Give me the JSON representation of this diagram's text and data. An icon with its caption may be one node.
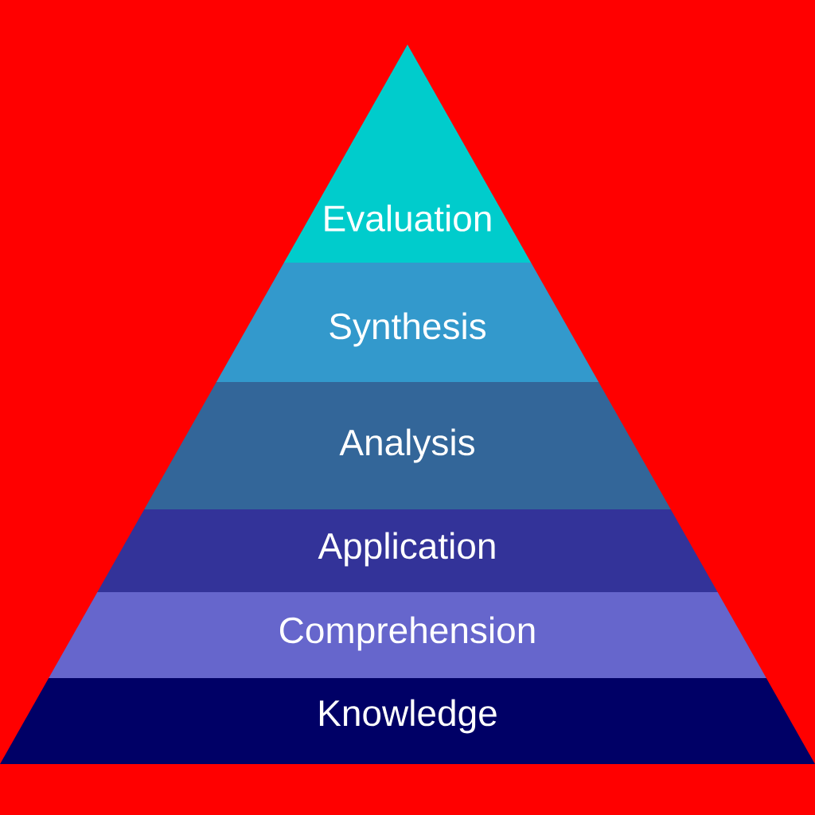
{
  "diagram": {
    "nodes": [
      {
        "text": [
          "Evaluation"
        ]
      },
      {
        "text": [
          "Synthesis"
        ]
      },
      {
        "text": [
          "Analysis"
        ]
      },
      {
        "text": [
          "Application"
        ]
      },
      {
        "text": [
          "Comprehension"
        ]
      },
      {
        "text": [
          "Knowledge"
        ]
      }
    ]
  }
}
